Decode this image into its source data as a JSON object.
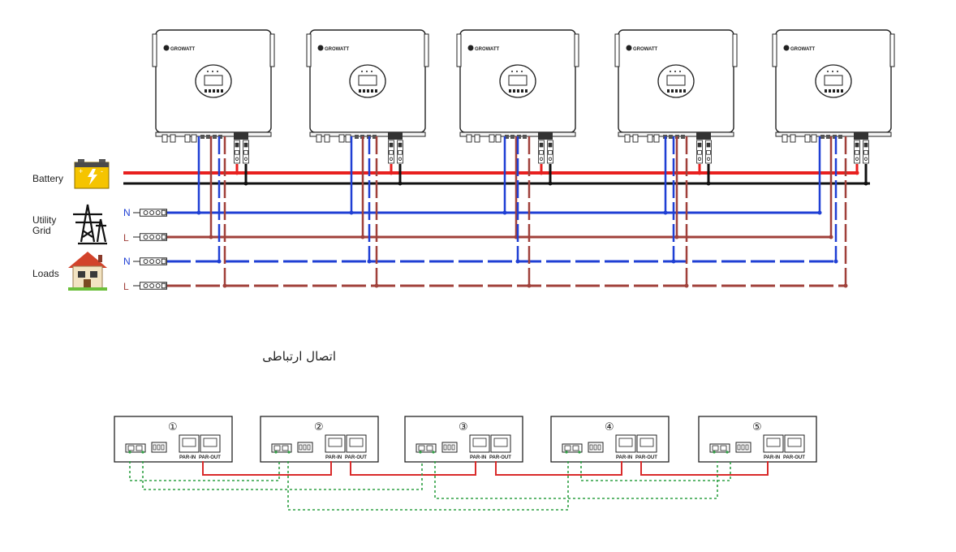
{
  "inverters": [
    {
      "brand": "GROWATT"
    },
    {
      "brand": "GROWATT"
    },
    {
      "brand": "GROWATT"
    },
    {
      "brand": "GROWATT"
    },
    {
      "brand": "GROWATT"
    }
  ],
  "labels": {
    "battery": "Battery",
    "grid_line1": "Utility",
    "grid_line2": "Grid",
    "loads": "Loads",
    "neutral": "N",
    "line": "L",
    "battery_plus": "+",
    "battery_minus": "-"
  },
  "caption": "اتصال ارتباطی",
  "comm_modules": [
    {
      "number": "①",
      "port_in": "PAR-IN",
      "port_out": "PAR-OUT"
    },
    {
      "number": "②",
      "port_in": "PAR-IN",
      "port_out": "PAR-OUT"
    },
    {
      "number": "③",
      "port_in": "PAR-IN",
      "port_out": "PAR-OUT"
    },
    {
      "number": "④",
      "port_in": "PAR-IN",
      "port_out": "PAR-OUT"
    },
    {
      "number": "⑤",
      "port_in": "PAR-IN",
      "port_out": "PAR-OUT"
    }
  ],
  "colors": {
    "battery_positive": "#e8201f",
    "battery_negative": "#111111",
    "neutral": "#1f3fd4",
    "line": "#a0403a",
    "parallel_link": "#d92a2a",
    "share_link": "#2ea043",
    "battery_body": "#f5c400",
    "house_roof": "#d2422a"
  },
  "icons": {
    "battery": "battery-icon",
    "grid": "transmission-tower-icon",
    "loads": "house-icon",
    "breaker": "breaker-icon",
    "terminal": "terminal-block-icon"
  }
}
